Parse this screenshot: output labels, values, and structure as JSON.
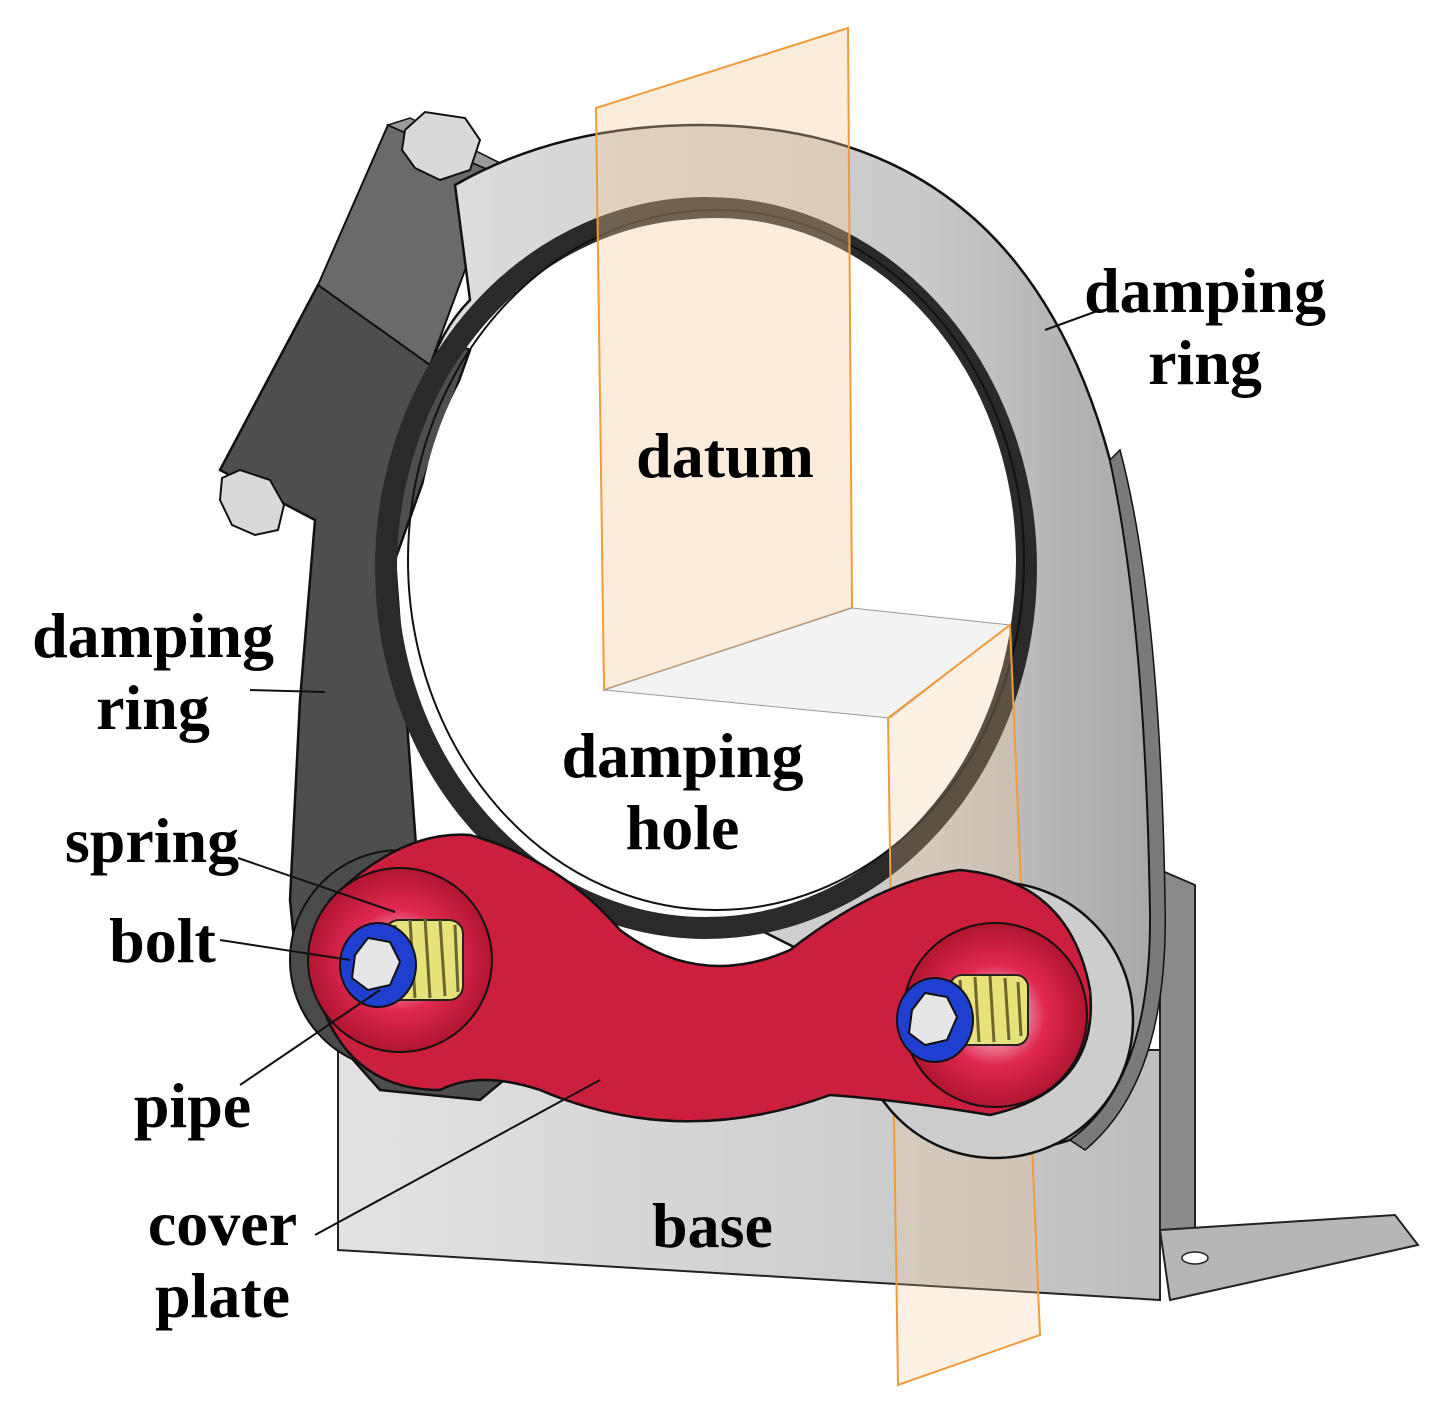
{
  "labels": {
    "damping_ring_right": [
      "damping",
      "ring"
    ],
    "datum": "datum",
    "damping_ring_left": [
      "damping",
      "ring"
    ],
    "damping_hole": [
      "damping",
      "hole"
    ],
    "spring": "spring",
    "bolt": "bolt",
    "pipe": "pipe",
    "cover_plate": [
      "cover",
      "plate"
    ],
    "base": "base"
  },
  "colors": {
    "ring_light": "#cdcdcd",
    "ring_dark": "#505050",
    "cover_plate": "#cc1f3d",
    "spring": "#e8e27a",
    "washer": "#1f3fd0",
    "datum_plane": "#f29b3a",
    "base": "#d9d9d9"
  }
}
